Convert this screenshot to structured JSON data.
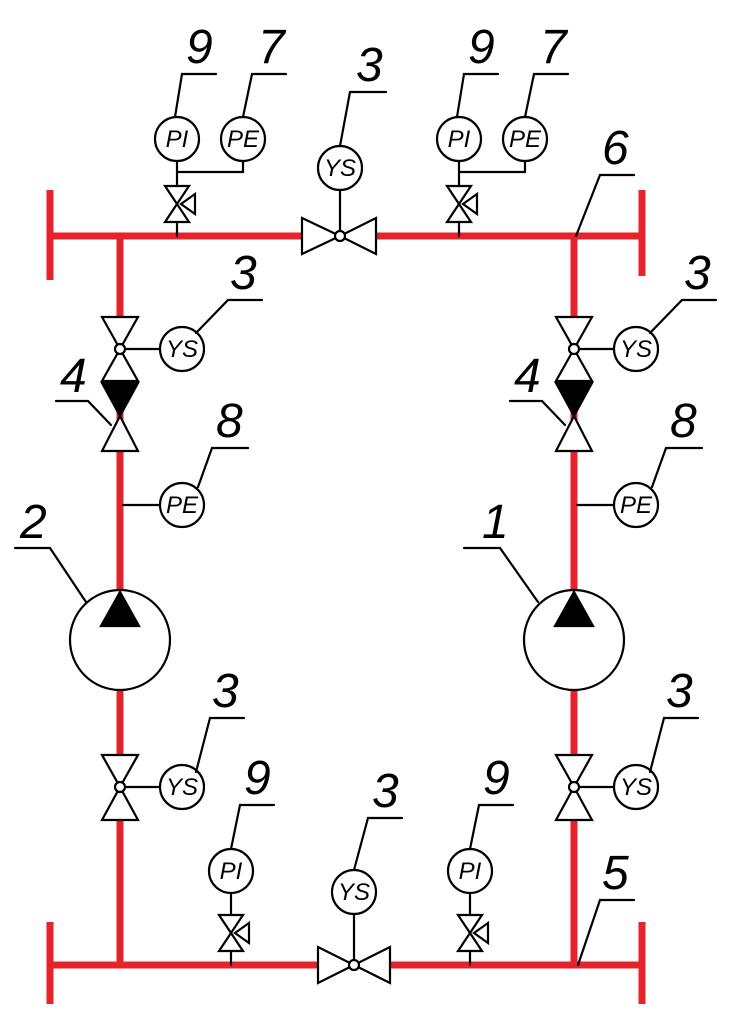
{
  "diagram": {
    "instrument_codes": {
      "pressure_indicator": "PI",
      "pressure_element": "PE",
      "valve_actuator": "YS"
    },
    "labels": {
      "pump_1": "1",
      "pump_2": "2",
      "valve_ys": "3",
      "check_valve": "4",
      "bottom_header": "5",
      "top_header": "6",
      "pe_top": "7",
      "pe_line": "8",
      "pi_gauge": "9"
    },
    "colors": {
      "pipe": "#e5232b",
      "line": "#000000",
      "background": "#ffffff"
    }
  }
}
